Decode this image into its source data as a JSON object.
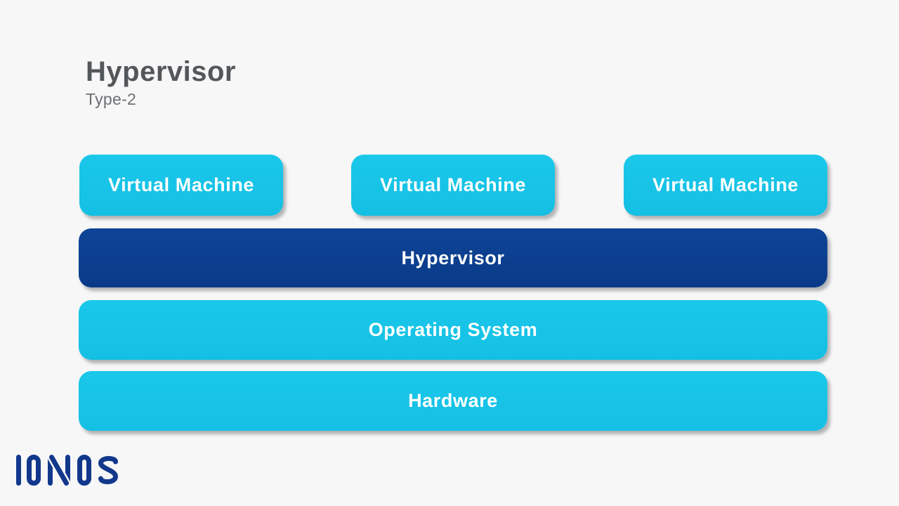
{
  "page": {
    "title": "Hypervisor",
    "subtitle": "Type-2",
    "background_color": "#f7f7f8"
  },
  "colors": {
    "cyan_box": "#17c3e6",
    "dark_blue_box": "#0b3f90",
    "title_gray": "#54575a",
    "subtitle_gray": "#6d7073",
    "box_text": "#ffffff",
    "logo_blue": "#12388c"
  },
  "diagram": {
    "vm_boxes": [
      {
        "label": "Virtual Machine"
      },
      {
        "label": "Virtual Machine"
      },
      {
        "label": "Virtual Machine"
      }
    ],
    "layers": [
      {
        "label": "Hypervisor",
        "variant": "dark"
      },
      {
        "label": "Operating System",
        "variant": "cyan"
      },
      {
        "label": "Hardware",
        "variant": "cyan"
      }
    ]
  },
  "branding": {
    "logo": "IONOS"
  }
}
